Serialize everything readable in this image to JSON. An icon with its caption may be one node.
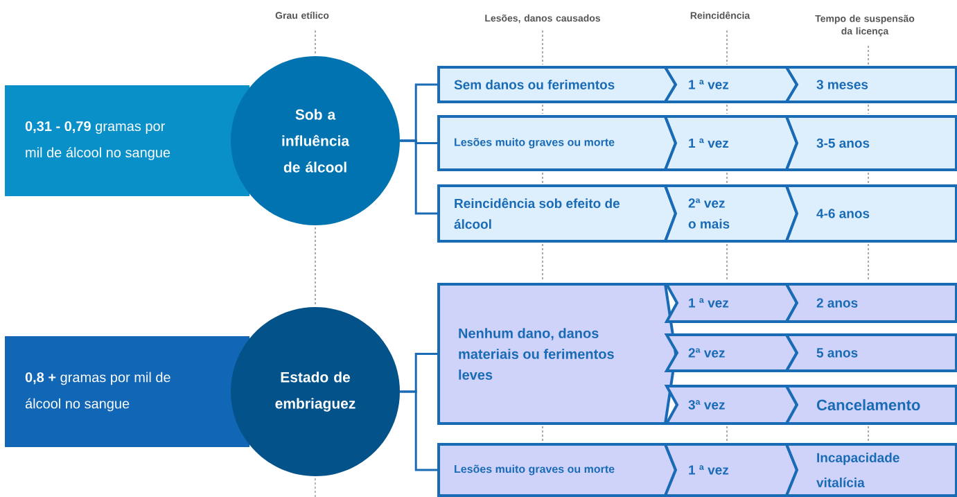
{
  "diagram": {
    "nodes": [
      {
        "text": [
          "**0,31 - 0,79** gramas por mil de álcool no sangue"
        ]
      },
      {
        "text": [
          "Sob a influência de álcool"
        ]
      },
      {
        "text": [
          "**0,8 +** gramas por mil de álcool no sangue"
        ]
      },
      {
        "text": [
          "Estado de embriaguez"
        ]
      },
      {
        "text": [
          "Sem danos ou ferimentos"
        ]
      },
      {
        "text": [
          "1 ª vez"
        ]
      },
      {
        "text": [
          "3 meses"
        ]
      },
      {
        "text": [
          "Lesões muito graves ou morte"
        ]
      },
      {
        "text": [
          "1 ª vez"
        ]
      },
      {
        "text": [
          "3-5 anos"
        ]
      },
      {
        "text": [
          "Reincidência sob efeito de álcool"
        ]
      },
      {
        "text": [
          "2ª vez o mais"
        ]
      },
      {
        "text": [
          "4-6 anos"
        ]
      },
      {
        "text": [
          "Nenhum dano, danos materiais ou ferimentos leves"
        ]
      },
      {
        "text": [
          "1 ª vez"
        ]
      },
      {
        "text": [
          "2 anos"
        ]
      },
      {
        "text": [
          "2ª vez"
        ]
      },
      {
        "text": [
          "5 anos"
        ]
      },
      {
        "text": [
          "3ª vez"
        ]
      },
      {
        "text": [
          "Cancelamento"
        ]
      },
      {
        "text": [
          "Lesões muito graves ou morte"
        ]
      },
      {
        "text": [
          "1 ª vez"
        ]
      },
      {
        "text": [
          "Incapacidade vitalícia"
        ]
      }
    ],
    "edges": [
      {
        "from": 1,
        "to": 4,
        "arrow": "none"
      },
      {
        "from": 1,
        "to": 7,
        "arrow": "none"
      },
      {
        "from": 1,
        "to": 10,
        "arrow": "none"
      },
      {
        "from": 3,
        "to": 13,
        "arrow": "none"
      },
      {
        "from": 3,
        "to": 20,
        "arrow": "none"
      }
    ],
    "labels": [
      "Grau etílico",
      "Lesões, danos causados",
      "Reincidência",
      "Tempo de suspensão da licença"
    ]
  }
}
